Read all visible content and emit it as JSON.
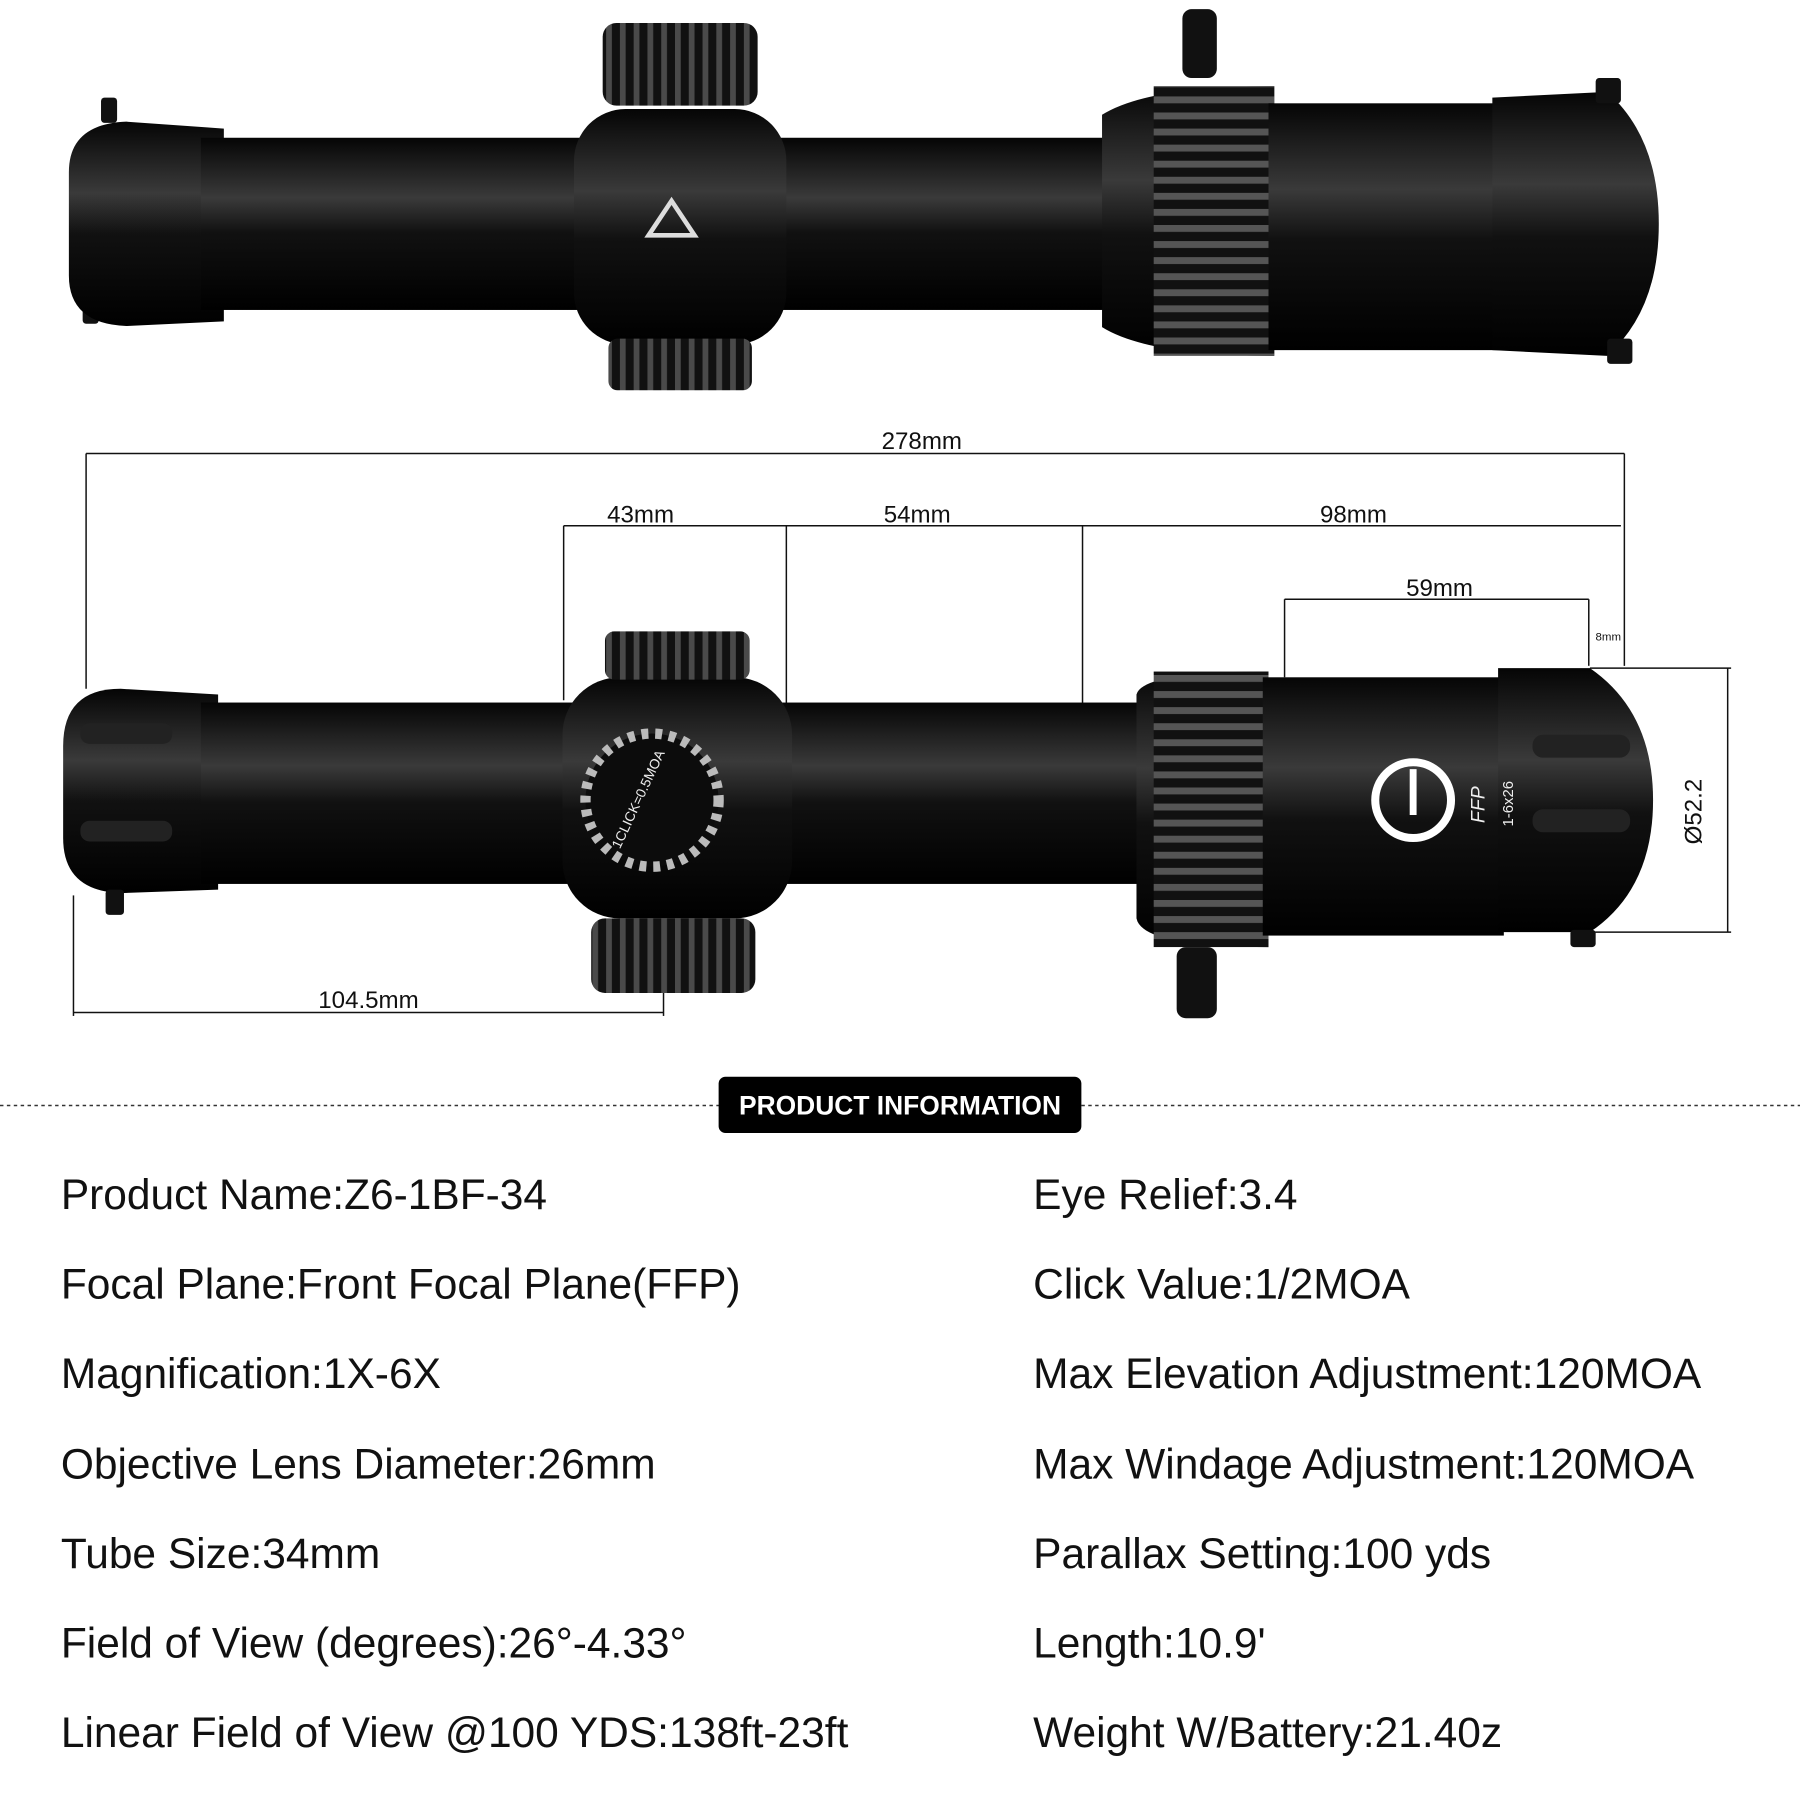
{
  "dimensions": {
    "overall_length": "278mm",
    "turret_to_eyepiece_front": "43mm",
    "turret_section": "54mm",
    "ocular_section": "98mm",
    "ocular_bell": "59mm",
    "bell_lip": "8mm",
    "objective_diameter": "Ø52.2",
    "objective_to_turret": "104.5mm"
  },
  "scope_markings": {
    "model_etch": "1-6x26",
    "plane_etch": "FFP",
    "turret_etch": "1CLICK=0.5MOA"
  },
  "section_banner": "PRODUCT INFORMATION",
  "specs_left": [
    "Product Name:Z6-1BF-34",
    "Focal Plane:Front Focal Plane(FFP)",
    "Magnification:1X-6X",
    "Objective Lens Diameter:26mm",
    "Tube Size:34mm",
    "Field of View (degrees):26°-4.33°",
    "Linear Field of View @100 YDS:138ft-23ft"
  ],
  "specs_right": [
    "Eye Relief:3.4",
    "Click Value:1/2MOA",
    "Max Elevation Adjustment:120MOA",
    "Max Windage Adjustment:120MOA",
    "Parallax Setting:100 yds",
    "Length:10.9'",
    "Weight W/Battery:21.40z"
  ],
  "colors": {
    "scope_body": "#111111",
    "banner_bg": "#000000",
    "text": "#111111"
  }
}
